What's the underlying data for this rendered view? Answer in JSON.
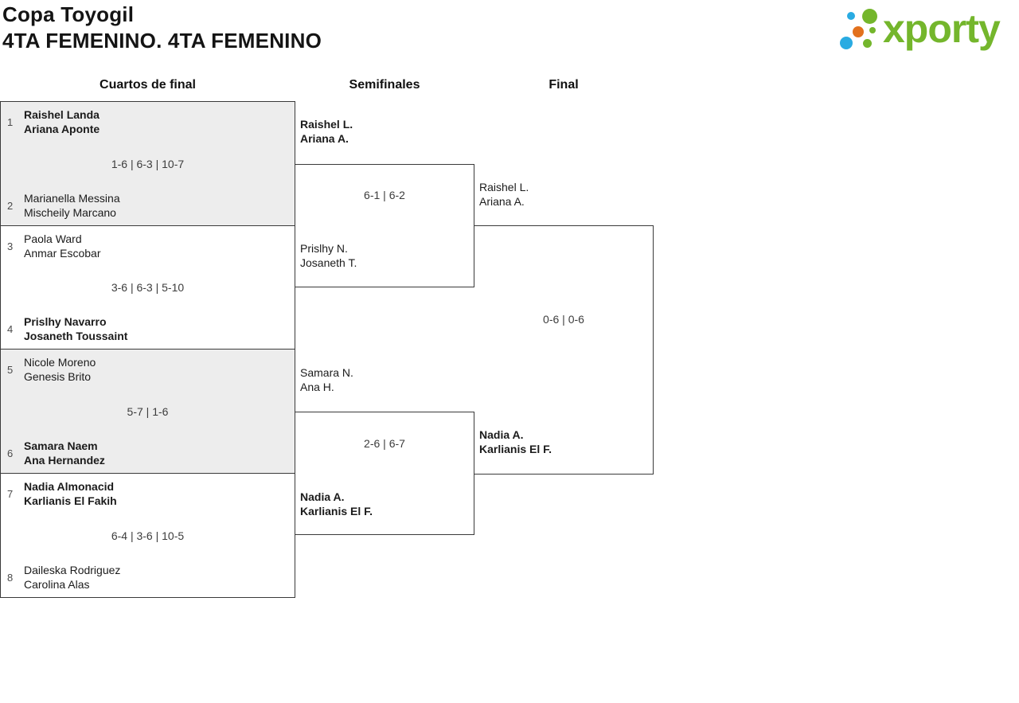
{
  "header": {
    "tournament_title": "Copa Toyogil",
    "category_title": "4TA FEMENINO. 4TA FEMENINO"
  },
  "logo": {
    "wordmark": "xporty",
    "colors": {
      "green": "#74b62c",
      "blue": "#29abe2",
      "orange": "#e2711d"
    }
  },
  "bracket": {
    "round_labels": [
      "Cuartos de final",
      "Semifinales",
      "Final"
    ],
    "quarterfinals": [
      {
        "top": {
          "seed": "1",
          "players": [
            "Raishel Landa",
            "Ariana Aponte"
          ],
          "winner": true
        },
        "bottom": {
          "seed": "2",
          "players": [
            "Marianella Messina",
            "Mischeily Marcano"
          ],
          "winner": false
        },
        "score": "1-6 | 6-3 | 10-7"
      },
      {
        "top": {
          "seed": "3",
          "players": [
            "Paola Ward",
            "Anmar Escobar"
          ],
          "winner": false
        },
        "bottom": {
          "seed": "4",
          "players": [
            "Prislhy Navarro",
            "Josaneth Toussaint"
          ],
          "winner": true
        },
        "score": "3-6 | 6-3 | 5-10"
      },
      {
        "top": {
          "seed": "5",
          "players": [
            "Nicole Moreno",
            "Genesis Brito"
          ],
          "winner": false
        },
        "bottom": {
          "seed": "6",
          "players": [
            "Samara Naem",
            "Ana Hernandez"
          ],
          "winner": true
        },
        "score": "5-7 | 1-6"
      },
      {
        "top": {
          "seed": "7",
          "players": [
            "Nadia Almonacid",
            "Karlianis El Fakih"
          ],
          "winner": true
        },
        "bottom": {
          "seed": "8",
          "players": [
            "Daileska Rodriguez",
            "Carolina Alas"
          ],
          "winner": false
        },
        "score": "6-4 | 3-6 | 10-5"
      }
    ],
    "semifinals": [
      {
        "top": {
          "players": [
            "Raishel L.",
            "Ariana A."
          ],
          "winner": true
        },
        "bottom": {
          "players": [
            "Prislhy N.",
            "Josaneth T."
          ],
          "winner": false
        },
        "score": "6-1 | 6-2"
      },
      {
        "top": {
          "players": [
            "Samara N.",
            "Ana H."
          ],
          "winner": false
        },
        "bottom": {
          "players": [
            "Nadia A.",
            "Karlianis El F."
          ],
          "winner": true
        },
        "score": "2-6 | 6-7"
      }
    ],
    "final": {
      "top": {
        "players": [
          "Raishel L.",
          "Ariana A."
        ],
        "winner": false
      },
      "bottom": {
        "players": [
          "Nadia A.",
          "Karlianis El F."
        ],
        "winner": true
      },
      "score": "0-6 | 0-6"
    }
  }
}
